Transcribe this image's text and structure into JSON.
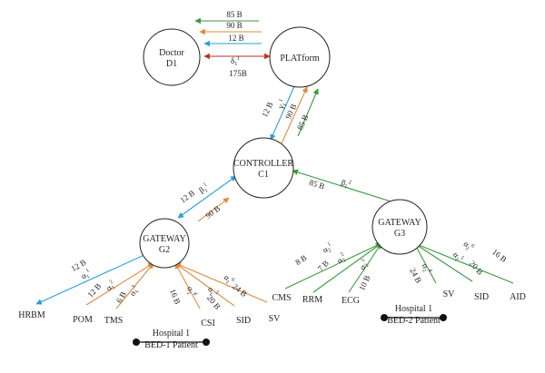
{
  "colors": {
    "blue": "#2a9fd8",
    "orange": "#e08a3c",
    "green": "#3a9a3a",
    "red": "#c0321f",
    "node_stroke": "#222222"
  },
  "nodes": {
    "doctor": [
      "Doctor",
      "D1"
    ],
    "platform": [
      "PLATform"
    ],
    "controller": [
      "CONTROLLER",
      "C1"
    ],
    "gateway2": [
      "GATEWAY",
      "G2"
    ],
    "gateway3": [
      "GATEWAY",
      "G3"
    ]
  },
  "top_arrows": {
    "green": "85 B",
    "orange": "90 B",
    "blue": "12 B",
    "red_sym": "δ",
    "red_sup": "1",
    "red_sub": "1",
    "red_below": "175B"
  },
  "ctrl_plat_labels": {
    "blue": "12 B",
    "orange": "90 B",
    "green": "85 B",
    "gamma": "γ",
    "gamma_sup": "1",
    "gamma_sub": "1"
  },
  "g2_ctrl_labels": {
    "blue": "12 B",
    "beta": "β",
    "beta_sup": "1",
    "beta_sub": "1",
    "orange": "90 B"
  },
  "g3_ctrl_labels": {
    "green": "85 B",
    "beta": "β",
    "beta_sup": "2",
    "beta_sub": "1"
  },
  "g2_leaves": [
    "HRBM",
    "POM",
    "TMS",
    "CSI",
    "SID",
    "SV"
  ],
  "g2_edge_labels": [
    {
      "size": "12 B",
      "sym": "α",
      "sup": "1",
      "sub": "1"
    },
    {
      "size": "12 B",
      "sym": "α",
      "sup": "2",
      "sub": "1"
    },
    {
      "size": "6 B",
      "sym": "α",
      "sup": "3",
      "sub": "1"
    },
    {
      "size": "16 B",
      "sym": "α",
      "sup": "4",
      "sub": "1"
    },
    {
      "size": "20 B",
      "sym": "α",
      "sup": "5",
      "sub": "1"
    },
    {
      "size": "24 B",
      "sym": "α",
      "sup": "6",
      "sub": "1"
    }
  ],
  "g3_leaves": [
    "CMS",
    "RRM",
    "ECG",
    "SV",
    "SID",
    "AID"
  ],
  "g3_edge_labels": [
    {
      "size": "8 B",
      "sym": "α",
      "sup": "1",
      "sub": "2"
    },
    {
      "size": "7 B",
      "sym": "α",
      "sup": "2",
      "sub": "2"
    },
    {
      "size": "10 B",
      "sym": "α",
      "sup": "3",
      "sub": "2"
    },
    {
      "size": "24 B",
      "sym": "α",
      "sup": "4",
      "sub": "2"
    },
    {
      "size": "20 B",
      "sym": "α",
      "sup": "5",
      "sub": "2"
    },
    {
      "size": "16 B",
      "sym": "α",
      "sup": "6",
      "sub": "2"
    }
  ],
  "bed1": [
    "Hospital 1",
    "BED-1 Patient"
  ],
  "bed2": [
    "Hospital 1",
    "BED-2 Patient"
  ]
}
